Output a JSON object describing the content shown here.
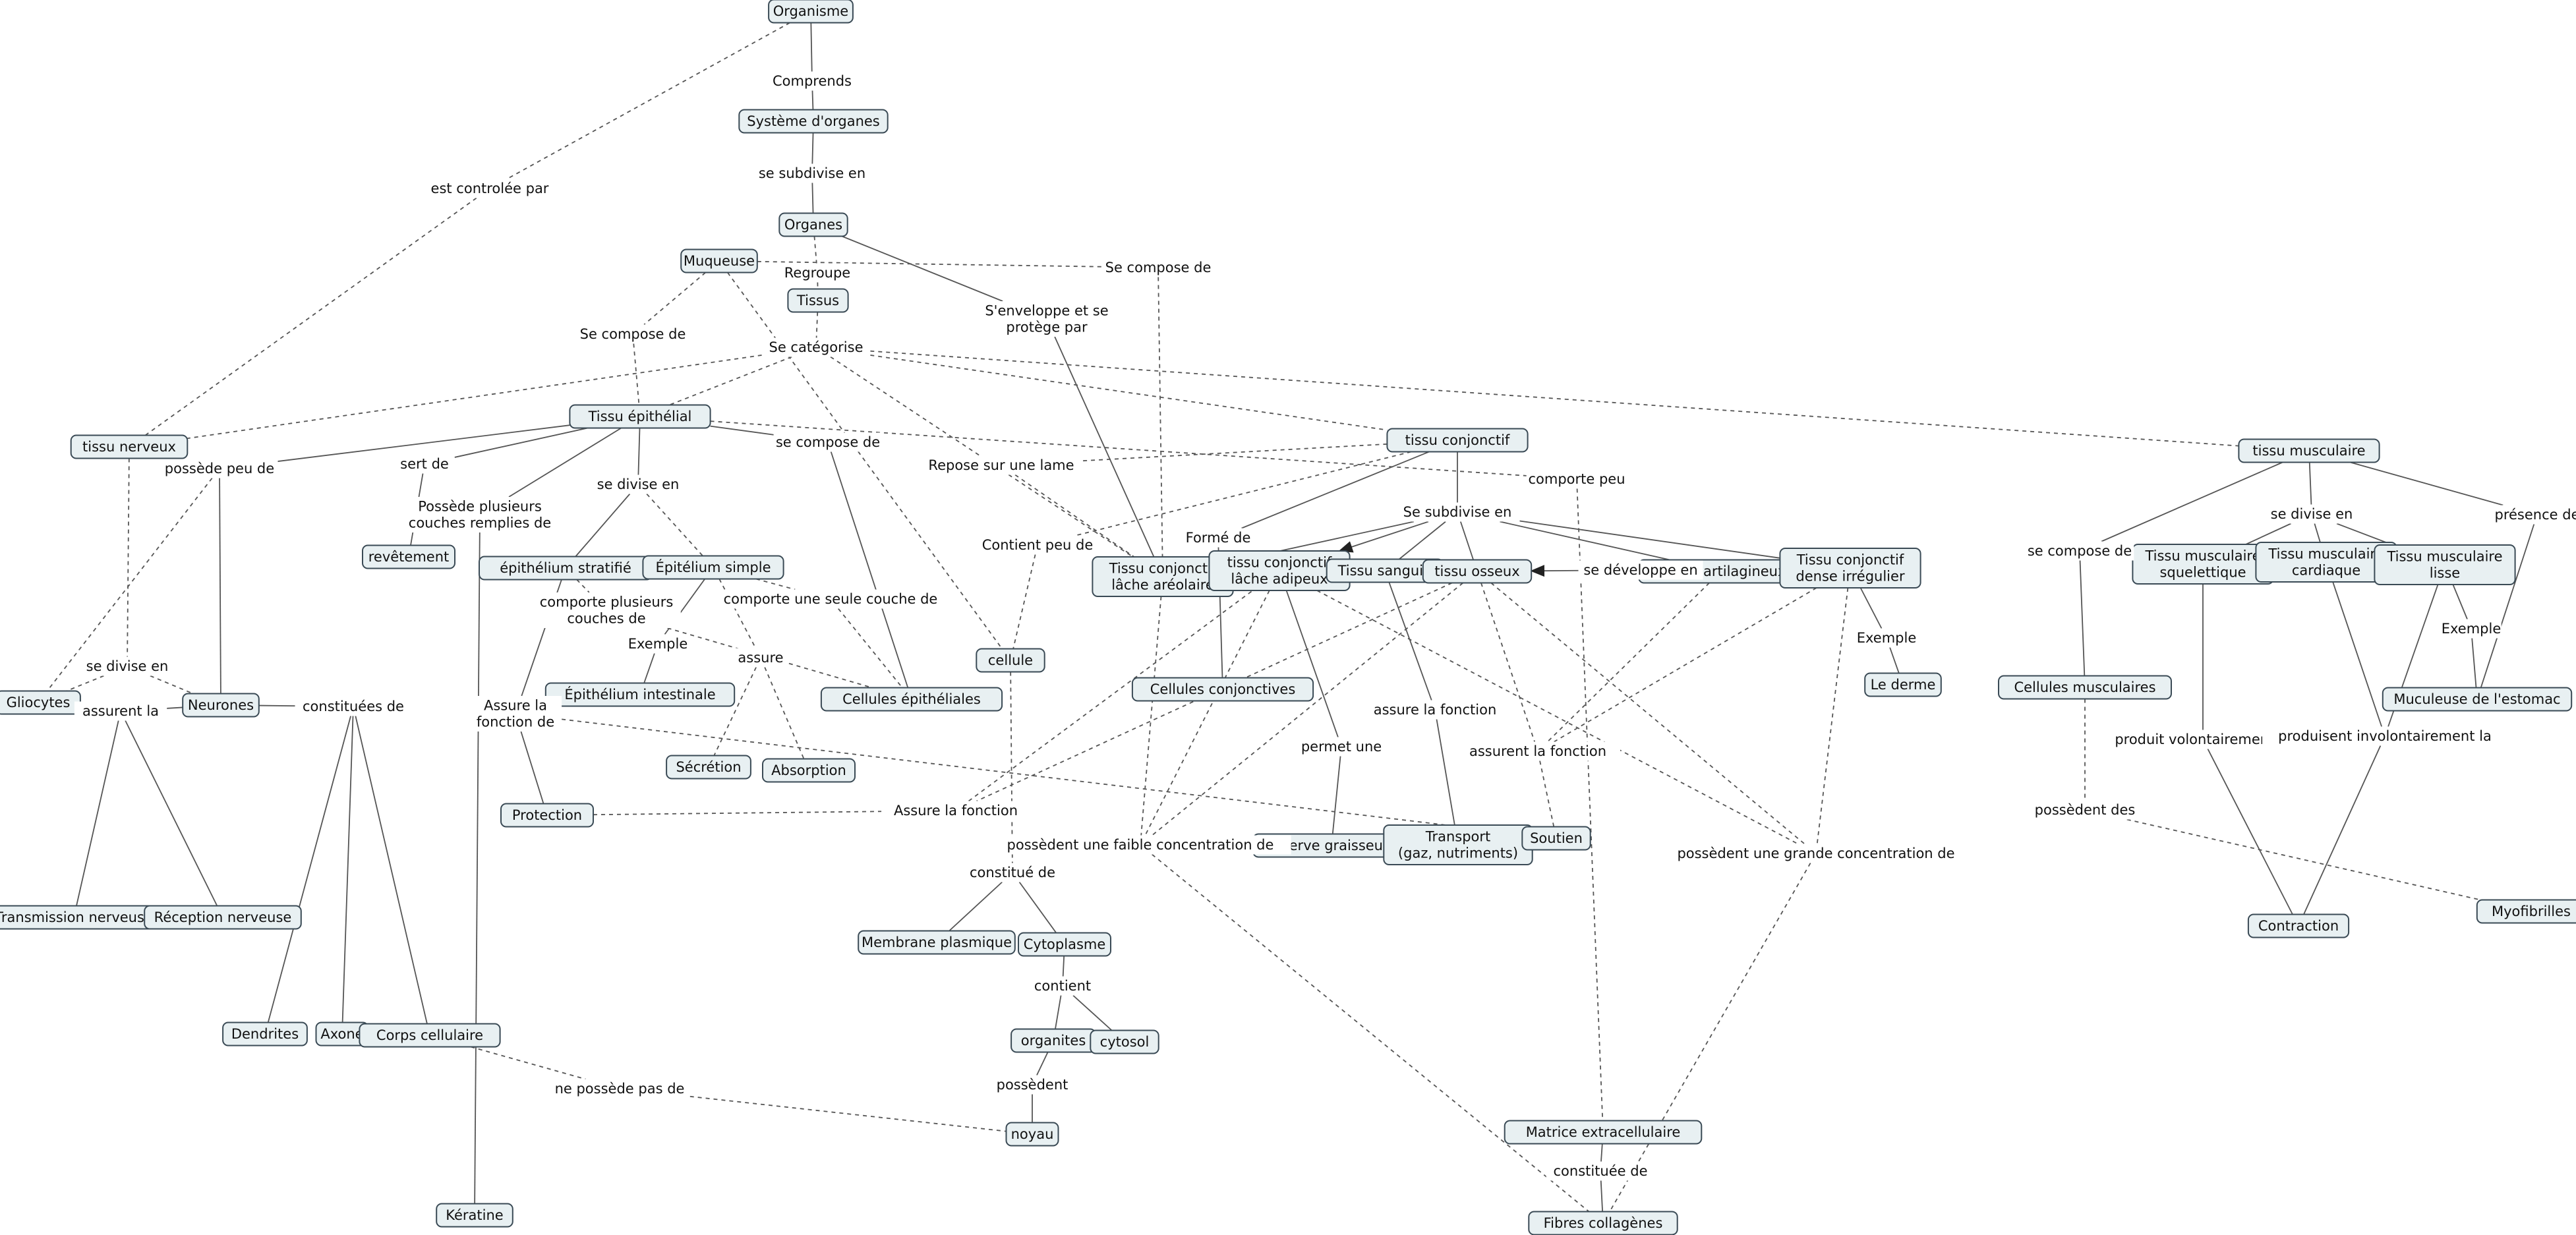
{
  "nodes": {
    "organisme": [
      "Organisme"
    ],
    "systeme": [
      "Système d'organes"
    ],
    "organes": [
      "Organes"
    ],
    "muqueuse": [
      "Muqueuse"
    ],
    "tissus": [
      "Tissus"
    ],
    "tissu_nerveux": [
      "tissu nerveux"
    ],
    "tissu_epithelial": [
      "Tissu épithélial"
    ],
    "tissu_conjonctif": [
      "tissu conjonctif"
    ],
    "tissu_musculaire": [
      "tissu musculaire"
    ],
    "revetement": [
      "revêtement"
    ],
    "epith_stratifie": [
      "épithélium stratifié"
    ],
    "epith_simple": [
      "Épitélium simple"
    ],
    "tc_areolaire": [
      "Tissu conjonctif",
      "lâche aréolaire"
    ],
    "tc_adipeux": [
      "tissu conjonctif",
      "lâche adipeux"
    ],
    "tissu_sanguin": [
      "Tissu sanguin"
    ],
    "tissu_osseux": [
      "tissu osseux"
    ],
    "tissu_cartilagineux": [
      "Tissu cartilagineux"
    ],
    "tc_dense": [
      "Tissu conjonctif",
      "dense irrégulier"
    ],
    "tm_squelettique": [
      "Tissu musculaire",
      "squelettique"
    ],
    "tm_cardiaque": [
      "Tissu musculaire",
      "cardiaque"
    ],
    "tm_lisse": [
      "Tissu musculaire",
      "lisse"
    ],
    "gliocytes": [
      "Gliocytes"
    ],
    "neurones": [
      "Neurones"
    ],
    "epith_intestinale": [
      "Épithélium intestinale"
    ],
    "cellules_epitheliales": [
      "Cellules épithéliales"
    ],
    "cellule": [
      "cellule"
    ],
    "cellules_conjonctives": [
      "Cellules conjonctives"
    ],
    "le_derme": [
      "Le derme"
    ],
    "cellules_musculaires": [
      "Cellules musculaires"
    ],
    "muculeuse_estomac": [
      "Muculeuse de l'estomac"
    ],
    "secretion": [
      "Sécrétion"
    ],
    "absorption": [
      "Absorption"
    ],
    "protection": [
      "Protection"
    ],
    "reserve_graisseuse": [
      "Réserve graisseuse"
    ],
    "transport": [
      "Transport",
      "(gaz, nutriments)"
    ],
    "soutien": [
      "Soutien"
    ],
    "transmission": [
      "Transmission nerveuse"
    ],
    "reception": [
      "Réception nerveuse"
    ],
    "membrane": [
      "Membrane plasmique"
    ],
    "cytoplasme": [
      "Cytoplasme"
    ],
    "contraction": [
      "Contraction"
    ],
    "myofibrilles": [
      "Myofibrilles"
    ],
    "dendrites": [
      "Dendrites"
    ],
    "axone": [
      "Axone"
    ],
    "corps_cellulaire": [
      "Corps cellulaire"
    ],
    "organites": [
      "organites"
    ],
    "cytosol": [
      "cytosol"
    ],
    "noyau": [
      "noyau"
    ],
    "matrice": [
      "Matrice extracellulaire"
    ],
    "fibres": [
      "Fibres collagènes"
    ],
    "keratine": [
      "Kératine"
    ]
  },
  "links": {
    "comprends": [
      "Comprends"
    ],
    "subdivise_en": [
      "se subdivise en"
    ],
    "regroupe": [
      "Regroupe"
    ],
    "se_compose_de_top": [
      "Se compose de"
    ],
    "est_controlee_par": [
      "est controlée par"
    ],
    "se_compose_de_muq": [
      "Se compose de"
    ],
    "enveloppe": [
      "S'enveloppe et se",
      "protège par"
    ],
    "se_categorise": [
      "Se catégorise"
    ],
    "possede_peu_de": [
      "possède peu de"
    ],
    "sert_de": [
      "sert de"
    ],
    "se_divise_en_epi": [
      "se divise en"
    ],
    "se_compose_de_epi": [
      "se compose de"
    ],
    "repose_sur_lame": [
      "Repose sur une lame"
    ],
    "comporte_peu": [
      "comporte peu"
    ],
    "se_subdivise_en_conj": [
      "Se subdivise en"
    ],
    "forme_de": [
      "Formé de"
    ],
    "contient_peu_de": [
      "Contient peu de"
    ],
    "possede_plusieurs": [
      "Possède plusieurs",
      "couches remplies de"
    ],
    "comporte_plusieurs": [
      "comporte plusieurs",
      "couches de"
    ],
    "comporte_seule": [
      "comporte une seule couche de"
    ],
    "exemple_epi": [
      "Exemple"
    ],
    "assure": [
      "assure"
    ],
    "assure_fonction_de": [
      "Assure la",
      "fonction de"
    ],
    "se_divise_en_nerv": [
      "se divise en"
    ],
    "assurent_la": [
      "assurent la"
    ],
    "constituees_de": [
      "constituées de"
    ],
    "se_developpe_en": [
      "se développe en"
    ],
    "exemple_dense": [
      "Exemple"
    ],
    "assure_la_fonction": [
      "assure la fonction"
    ],
    "permet_une": [
      "permet une"
    ],
    "assurent_la_fonction": [
      "assurent la fonction"
    ],
    "assure_la_fonction2": [
      "Assure la fonction"
    ],
    "faible_conc": [
      "possèdent une faible concentration de"
    ],
    "grande_conc": [
      "possèdent une grande concentration de"
    ],
    "constitue_de": [
      "constitué de"
    ],
    "contient": [
      "contient"
    ],
    "possedent": [
      "possèdent"
    ],
    "ne_possede_pas_de": [
      "ne possède pas de"
    ],
    "constituee_de": [
      "constituée de"
    ],
    "se_compose_de_musc": [
      "se compose de"
    ],
    "se_divise_en_musc": [
      "se divise en"
    ],
    "presence_de": [
      "présence de"
    ],
    "exemple_musc": [
      "Exemple"
    ],
    "produit_volontairement": [
      "produit volontairement la"
    ],
    "produisent_involontairement": [
      "produisent involontairement la"
    ],
    "possedent_des": [
      "possèdent des"
    ]
  }
}
